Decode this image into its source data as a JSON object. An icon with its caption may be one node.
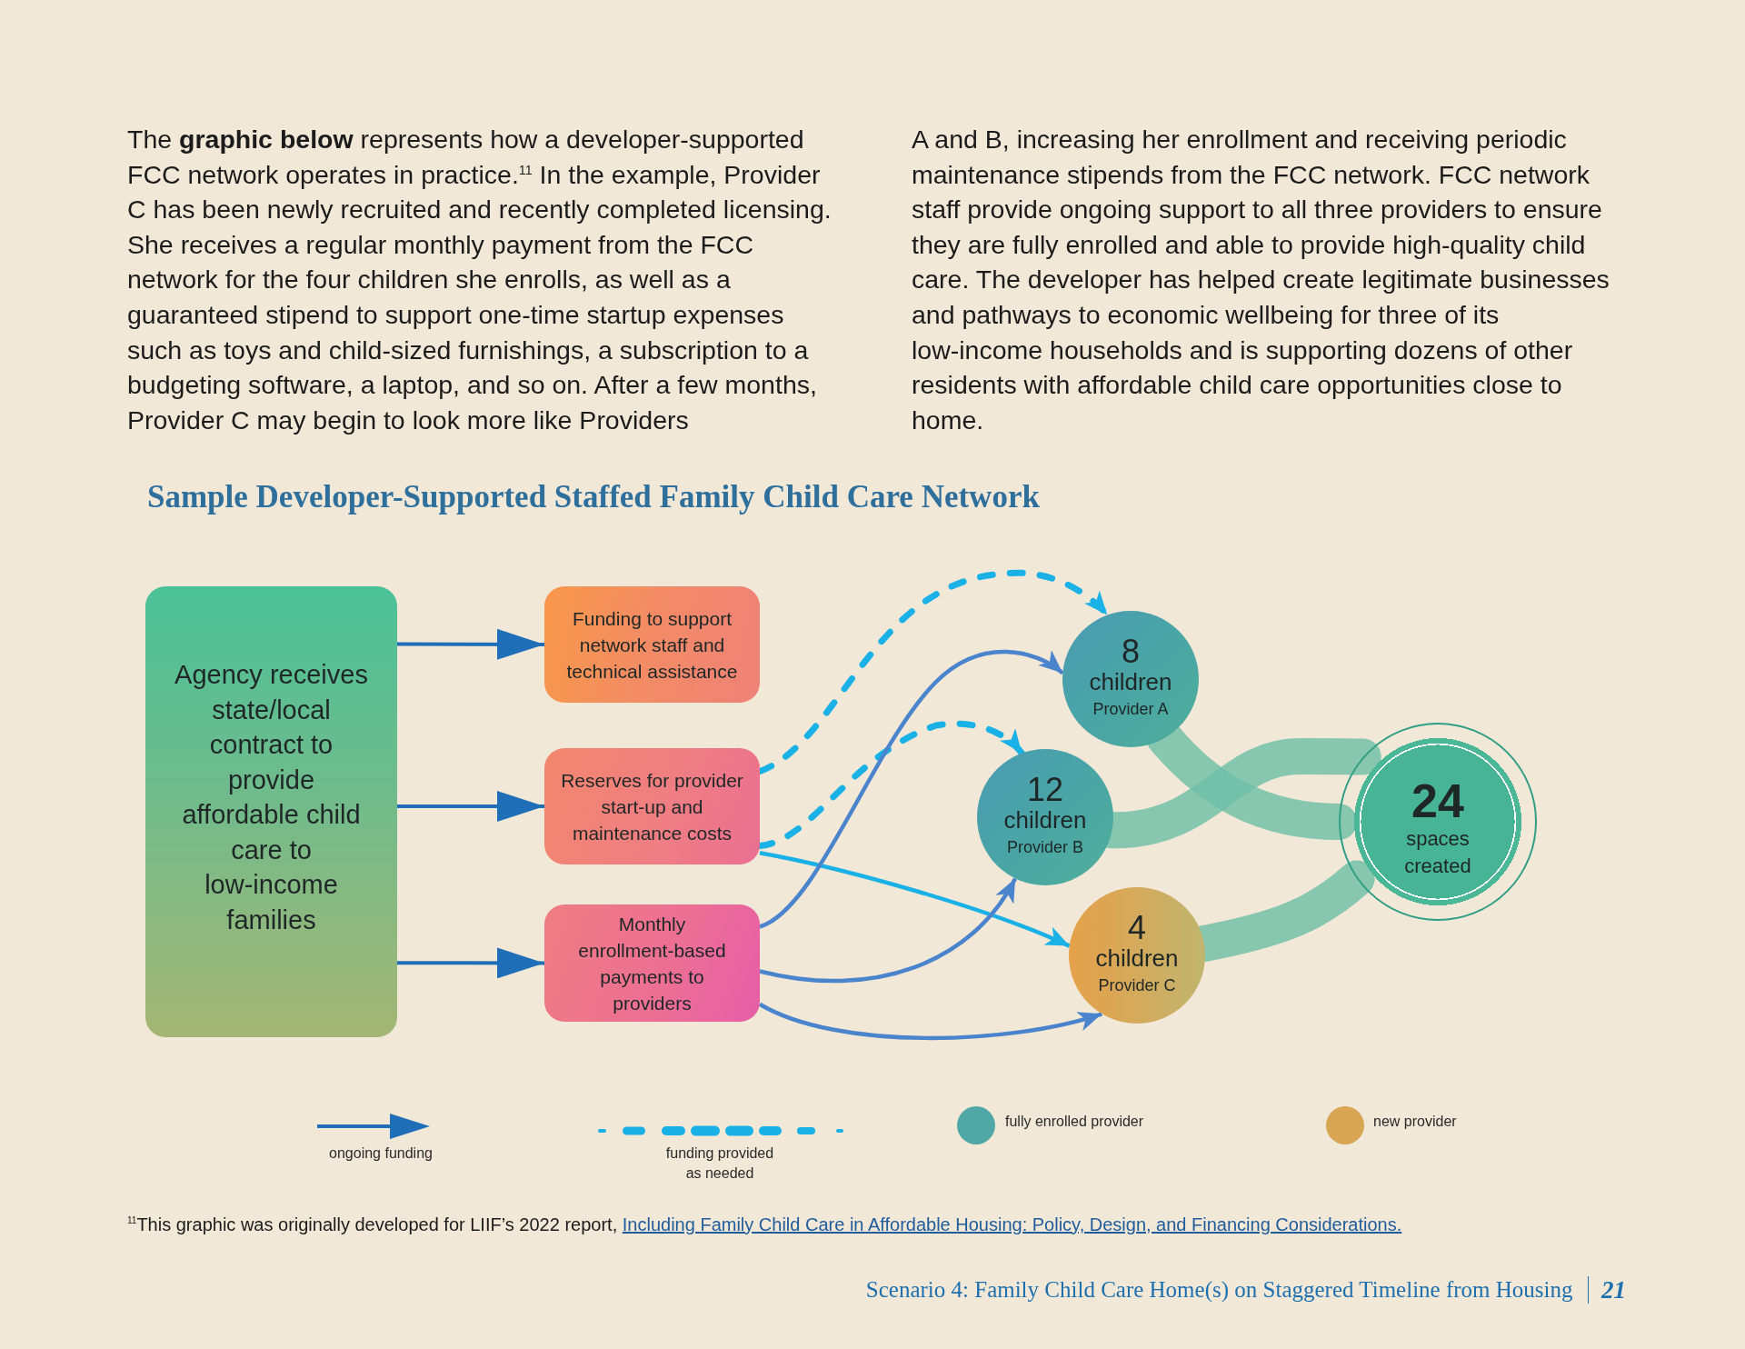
{
  "diagram": {
    "title": "Sample Developer-Supported Staffed Family Child Care Network",
    "nodes": [
      {
        "text": [
          "Agency receives state/local contract to provide affordable child care to low-income families"
        ]
      },
      {
        "text": [
          "Funding to support network staff and technical assistance"
        ]
      },
      {
        "text": [
          "Reserves for provider start-up and maintenance costs"
        ]
      },
      {
        "text": [
          "Monthly enrollment-based payments to providers"
        ]
      },
      {
        "text": [
          "8",
          "children",
          "Provider A"
        ]
      },
      {
        "text": [
          "12",
          "children",
          "Provider B"
        ]
      },
      {
        "text": [
          "4",
          "children",
          "Provider C"
        ]
      },
      {
        "text": [
          "24",
          "spaces created"
        ]
      }
    ],
    "edges": [
      {
        "from": 0,
        "to": 1,
        "arrow": "to",
        "color": "#1f6fb8"
      },
      {
        "from": 0,
        "to": 2,
        "arrow": "to",
        "color": "#1f6fb8"
      },
      {
        "from": 0,
        "to": 3,
        "arrow": "to",
        "color": "#1f6fb8"
      },
      {
        "from": 2,
        "to": 4,
        "arrow": "to",
        "style": "dashed",
        "color": "#1ab2e6"
      },
      {
        "from": 2,
        "to": 5,
        "arrow": "to",
        "style": "dashed",
        "color": "#1ab2e6"
      },
      {
        "from": 2,
        "to": 6,
        "arrow": "to",
        "color": "#1ab2e6"
      },
      {
        "from": 3,
        "to": 4,
        "arrow": "to",
        "color": "#4a84cc"
      },
      {
        "from": 3,
        "to": 5,
        "arrow": "to",
        "color": "#4a84cc"
      },
      {
        "from": 3,
        "to": 6,
        "arrow": "to",
        "color": "#4a84cc"
      },
      {
        "from": 4,
        "to": 7,
        "arrow": "none",
        "style": "thick",
        "color": "#6fc0a7"
      },
      {
        "from": 5,
        "to": 7,
        "arrow": "none",
        "style": "thick",
        "color": "#6fc0a7"
      },
      {
        "from": 6,
        "to": 7,
        "arrow": "none",
        "style": "thick",
        "color": "#6fc0a7"
      }
    ],
    "labels": [
      "The **graphic below** represents how a developer-supported FCC network operates in practice.$^{11}$ In the example, Provider C has been newly recruited and recently completed licensing. She receives a regular monthly payment from the FCC network for the four children she enrolls, as well as a guaranteed stipend to support one-time startup expenses such as toys and child-sized furnishings, a subscription to a budgeting software, a laptop, and so on. After a few months, Provider C may begin to look more like Providers",
      "A and B, increasing her enrollment and receiving periodic maintenance stipends from the FCC network. FCC network staff provide ongoing support to all three providers to ensure they are fully enrolled and able to provide high-quality child care. The developer has helped create legitimate businesses and pathways to economic wellbeing for three of its low-income households and is supporting dozens of other residents with affordable child care opportunities close to home.",
      "$^{11}$This graphic was originally developed for LIIF’s 2022 report,",
      "Including Family Child Care in Affordable Housing: Policy, Design, and Financing Considerations.",
      "Scenario 4: Family Child Care Home(s) on Staggered Timeline from Housing",
      "21"
    ],
    "legend": [
      {
        "text": "ongoing funding"
      },
      {
        "text": "funding provided as needed"
      },
      {
        "text": "fully enrolled provider",
        "color": "#4fa8a6"
      },
      {
        "text": "new provider",
        "color": "#d8a552"
      }
    ]
  }
}
